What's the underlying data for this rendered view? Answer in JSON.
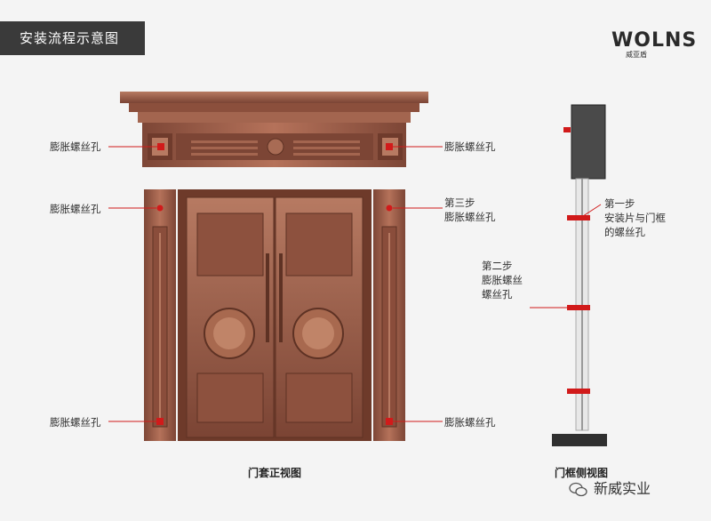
{
  "title": "安装流程示意图",
  "logo": {
    "name": "WOLNS",
    "sub": "威亚盾"
  },
  "front_view": {
    "caption": "门套正视图",
    "labels": {
      "top_left": "膨胀螺丝孔",
      "top_right": "膨胀螺丝孔",
      "mid_left": "膨胀螺丝孔",
      "mid_right": [
        "第三步",
        "膨胀螺丝孔"
      ],
      "bottom_left": "膨胀螺丝孔",
      "bottom_right": "膨胀螺丝孔"
    }
  },
  "side_view": {
    "caption": "门框侧视图",
    "step1": [
      "第一步",
      "安装片与门框",
      "的螺丝孔"
    ],
    "step2": [
      "第二步",
      "膨胀螺丝",
      "螺丝孔"
    ]
  },
  "watermark": "新威实业",
  "colors": {
    "copper": "#9a5a45",
    "copper_dark": "#6e3a2a",
    "marker": "#d11a1a",
    "titlebar": "#3a3a3a"
  }
}
